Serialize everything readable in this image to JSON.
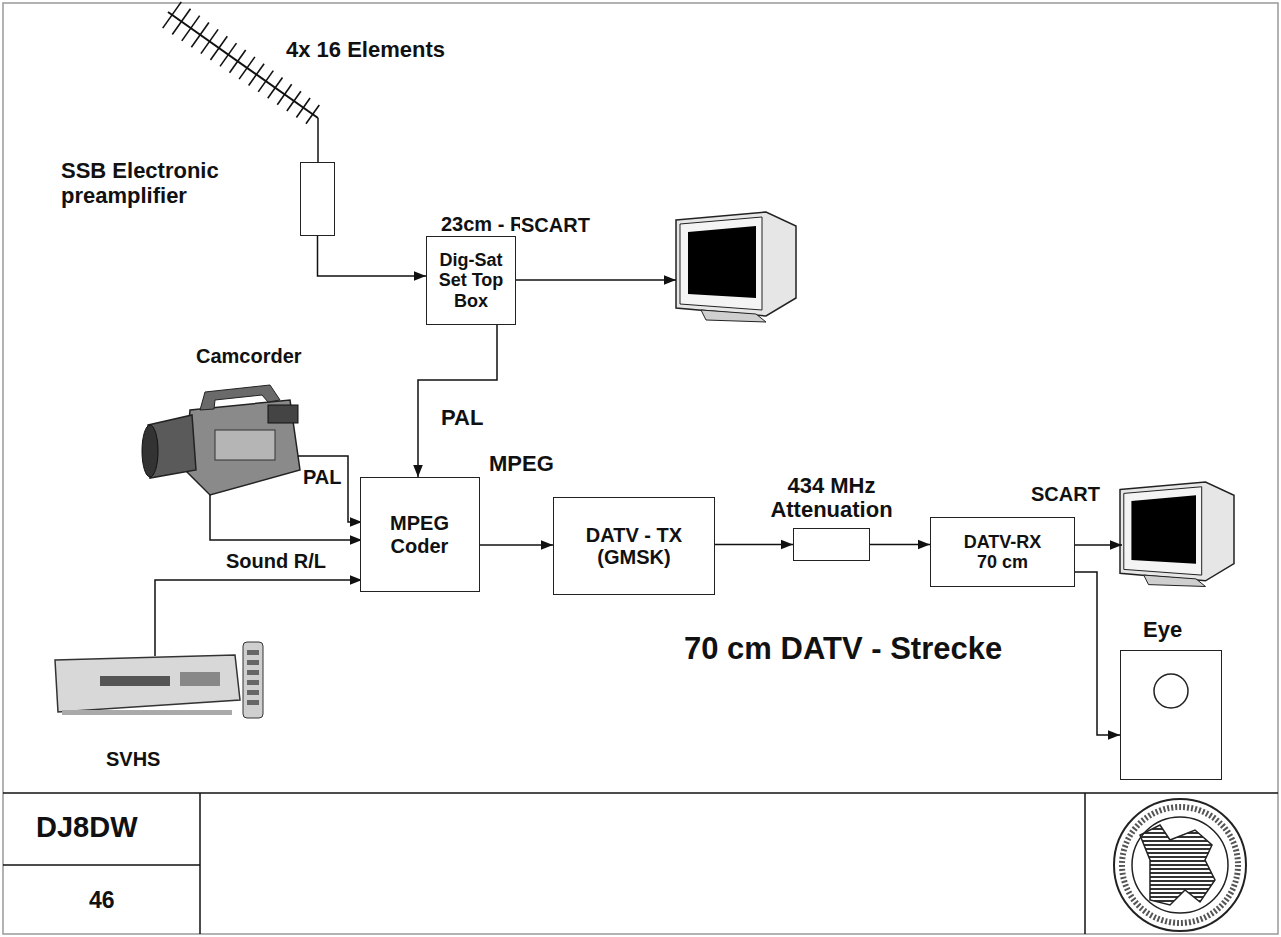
{
  "diagram": {
    "nodes": [
      {
        "text": [
          "SSB Electronic preamplifier"
        ]
      },
      {
        "text": [
          "23cm - RX",
          "Dig-Sat Set Top Box"
        ]
      },
      {
        "text": [
          "MPEG Coder"
        ]
      },
      {
        "text": [
          "DATV - TX (GMSK)"
        ]
      },
      {
        "text": [
          "434 MHz Attenuation"
        ]
      },
      {
        "text": [
          "DATV-RX 70 cm"
        ]
      },
      {
        "text": [
          "Eye"
        ]
      }
    ],
    "edges": [
      {
        "from": 0,
        "to": 1,
        "arrow": "to"
      },
      {
        "from": 1,
        "to": 2,
        "label": "PAL",
        "arrow": "to"
      },
      {
        "from": 2,
        "to": 3,
        "label": "MPEG",
        "arrow": "to"
      },
      {
        "from": 3,
        "to": 4,
        "arrow": "to"
      },
      {
        "from": 4,
        "to": 5,
        "arrow": "to"
      },
      {
        "from": 5,
        "to": 6,
        "arrow": "to"
      }
    ],
    "labels": [
      "4x 16 Elements",
      "SCART",
      "Camcorder",
      "PAL",
      "Sound R/L",
      "SVHS",
      "SCART",
      "70 cm DATV - Strecke",
      "DJ8DW",
      "46"
    ]
  }
}
